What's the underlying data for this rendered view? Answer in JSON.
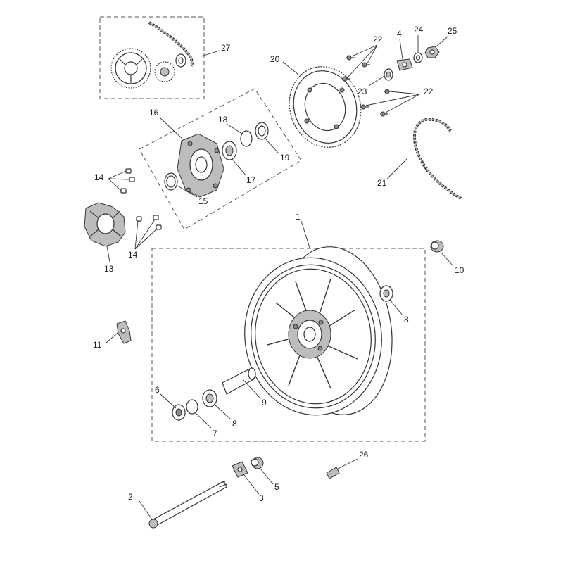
{
  "diagram": {
    "labels": {
      "l1": "1",
      "l2": "2",
      "l3": "3",
      "l5": "5",
      "l6": "6",
      "l7": "7",
      "l8a": "8",
      "l8b": "8",
      "l9": "9",
      "l10": "10",
      "l11": "11",
      "l13": "13",
      "l14a": "14",
      "l14b": "14",
      "l15": "15",
      "l16": "16",
      "l17": "17",
      "l18": "18",
      "l19": "19",
      "l20": "20",
      "l21": "21",
      "l22a": "22",
      "l22b": "22",
      "l23": "23",
      "l4": "4",
      "l24": "24",
      "l25": "25",
      "l26": "26",
      "l27": "27"
    }
  }
}
